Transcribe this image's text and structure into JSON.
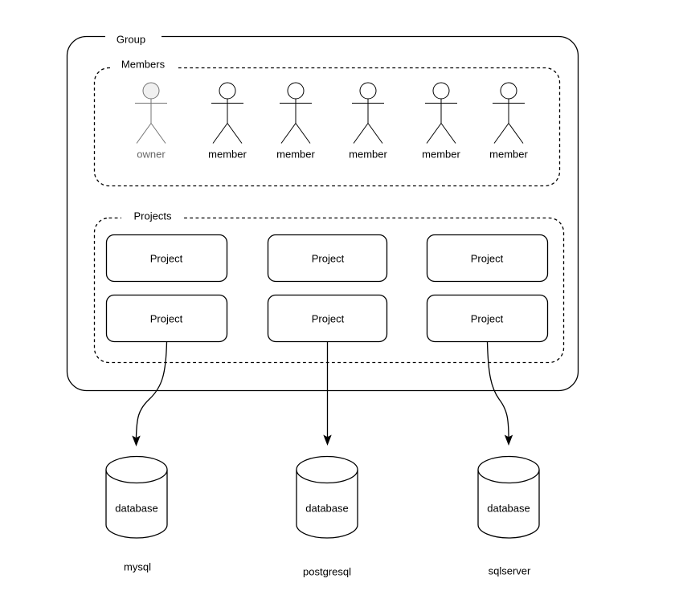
{
  "group": {
    "label": "Group"
  },
  "members": {
    "label": "Members",
    "actors": [
      {
        "label": "owner"
      },
      {
        "label": "member"
      },
      {
        "label": "member"
      },
      {
        "label": "member"
      },
      {
        "label": "member"
      },
      {
        "label": "member"
      }
    ]
  },
  "projects": {
    "label": "Projects",
    "items": [
      {
        "label": "Project"
      },
      {
        "label": "Project"
      },
      {
        "label": "Project"
      },
      {
        "label": "Project"
      },
      {
        "label": "Project"
      },
      {
        "label": "Project"
      }
    ]
  },
  "databases": [
    {
      "caption": "database",
      "name": "mysql"
    },
    {
      "caption": "database",
      "name": "postgresql"
    },
    {
      "caption": "database",
      "name": "sqlserver"
    }
  ],
  "colors": {
    "stroke": "#000000",
    "owner_stroke": "#737373",
    "owner_head_fill": "#f0f0f0",
    "background": "#ffffff"
  }
}
